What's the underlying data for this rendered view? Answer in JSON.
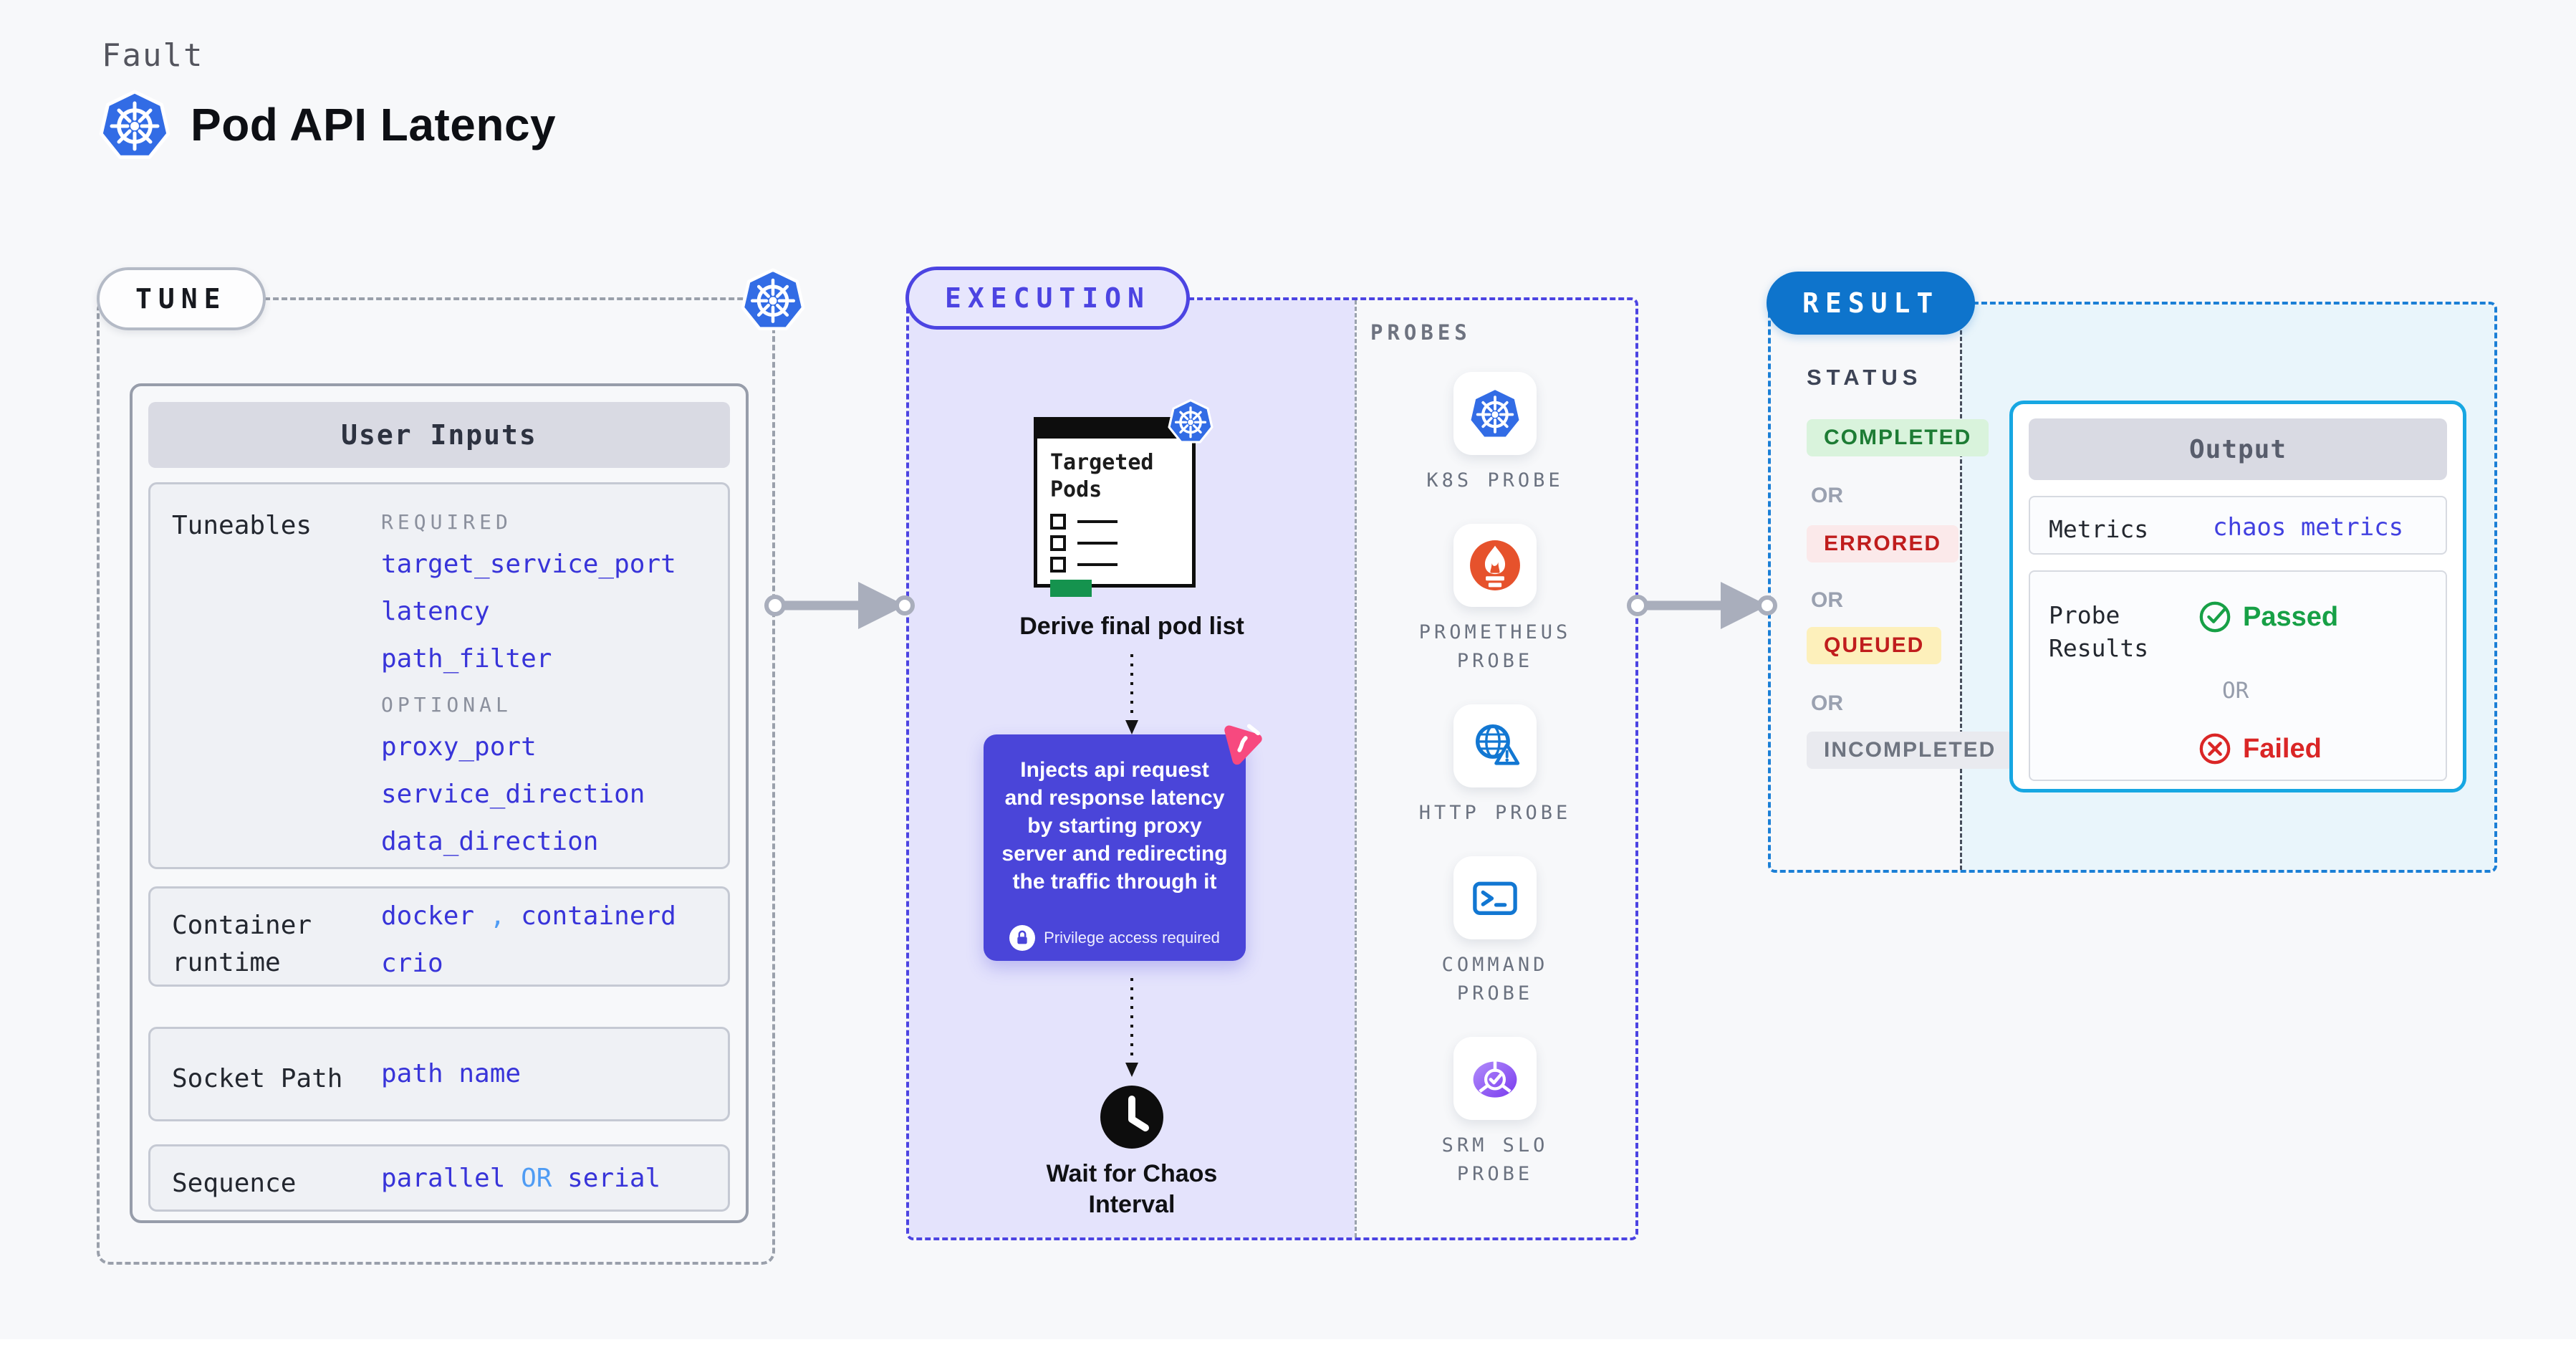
{
  "header": {
    "eyebrow": "Fault",
    "title": "Pod API Latency"
  },
  "tune": {
    "pill": "TUNE",
    "user_inputs_title": "User Inputs",
    "tuneables_label": "Tuneables",
    "required_label": "REQUIRED",
    "optional_label": "OPTIONAL",
    "required": [
      "target_service_port",
      "latency",
      "path_filter"
    ],
    "optional": [
      "proxy_port",
      "service_direction",
      "data_direction"
    ],
    "runtime_label": "Container runtime",
    "runtime": {
      "v1": "docker",
      "sep": ",",
      "v2": "containerd",
      "v3": "crio"
    },
    "socket_label": "Socket Path",
    "socket_value": "path name",
    "sequence_label": "Sequence",
    "sequence": {
      "v1": "parallel",
      "or": "OR",
      "v2": "serial"
    }
  },
  "execution": {
    "pill": "EXECUTION",
    "pods_card_title": "Targeted Pods",
    "derive_label": "Derive final pod list",
    "inject_text": "Injects api request and response latency by starting proxy server and redirecting the traffic through it",
    "privilege_label": "Privilege access required",
    "wait_label": "Wait for Chaos Interval"
  },
  "probes": {
    "title": "PROBES",
    "items": [
      {
        "label": "K8S PROBE",
        "icon": "kubernetes-icon"
      },
      {
        "label": "PROMETHEUS PROBE",
        "icon": "prometheus-icon"
      },
      {
        "label": "HTTP PROBE",
        "icon": "http-globe-icon"
      },
      {
        "label": "COMMAND PROBE",
        "icon": "terminal-icon"
      },
      {
        "label": "SRM SLO PROBE",
        "icon": "srm-slo-icon"
      }
    ]
  },
  "result": {
    "pill": "RESULT",
    "status_label": "STATUS",
    "or_label": "OR",
    "statuses": [
      {
        "label": "COMPLETED",
        "color": "#1d7c34",
        "bg": "#d9f3dc"
      },
      {
        "label": "ERRORED",
        "color": "#c01d1d",
        "bg": "#fbe9ea"
      },
      {
        "label": "QUEUED",
        "color": "#c01d1d",
        "bg": "#fdf0bb"
      },
      {
        "label": "INCOMPLETED",
        "color": "#6e7480",
        "bg": "#e9eaef"
      }
    ],
    "output": {
      "title": "Output",
      "metrics_label": "Metrics",
      "metrics_value": "chaos metrics",
      "probe_results_label": "Probe Results",
      "passed": "Passed",
      "or": "OR",
      "failed": "Failed"
    }
  },
  "colors": {
    "page_bg": "#f7f8fa",
    "accent_indigo": "#4c44e2",
    "exec_bg": "#e4e3fc",
    "inject_card": "#4a45d9",
    "k8s_blue": "#326ce5",
    "prometheus_orange": "#e6522c",
    "probe_blue": "#1277d2",
    "result_blue": "#0e74cc",
    "output_border": "#17a7e2",
    "value_indigo": "#3834d9",
    "passed_green": "#17a046",
    "failed_red": "#da2626",
    "chaos_pink": "#f7497f"
  }
}
